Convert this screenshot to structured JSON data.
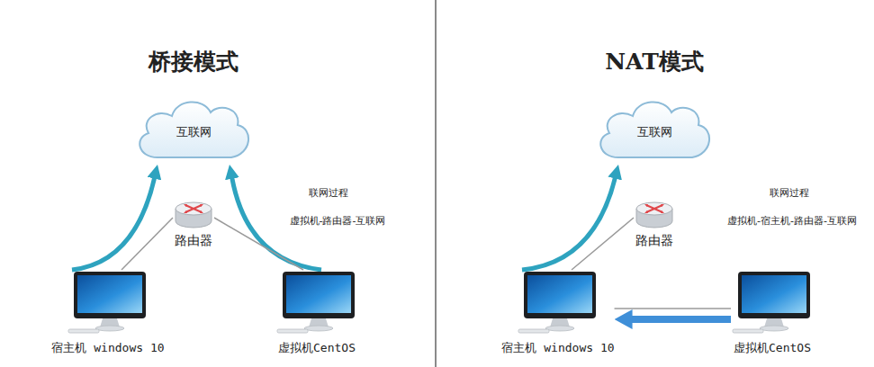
{
  "diagram": {
    "nodes": [
      {
        "text": [
          "互联网"
        ]
      },
      {
        "text": [
          "路由器"
        ]
      },
      {
        "text": [
          "宿主机 windows 10"
        ]
      },
      {
        "text": [
          "虚拟机CentOS"
        ]
      },
      {
        "text": [
          "互联网"
        ]
      },
      {
        "text": [
          "路由器"
        ]
      },
      {
        "text": [
          "宿主机 windows 10"
        ]
      },
      {
        "text": [
          "虚拟机CentOS"
        ]
      }
    ],
    "edges": [
      {
        "from": 2,
        "to": 0,
        "arrow": "to"
      },
      {
        "from": 3,
        "to": 0,
        "arrow": "to"
      },
      {
        "from": 1,
        "to": 2,
        "arrow": "none"
      },
      {
        "from": 1,
        "to": 3,
        "arrow": "none"
      },
      {
        "from": 6,
        "to": 4,
        "arrow": "to"
      },
      {
        "from": 5,
        "to": 6,
        "arrow": "none"
      },
      {
        "from": 6,
        "to": 7,
        "arrow": "none"
      },
      {
        "from": 7,
        "to": 6,
        "arrow": "to"
      }
    ],
    "labels": [
      "桥接模式",
      "联网过程",
      "虚拟机-路由器-互联网",
      "NAT模式",
      "联网过程",
      "虚拟机-宿主机-路由器-互联网"
    ]
  }
}
